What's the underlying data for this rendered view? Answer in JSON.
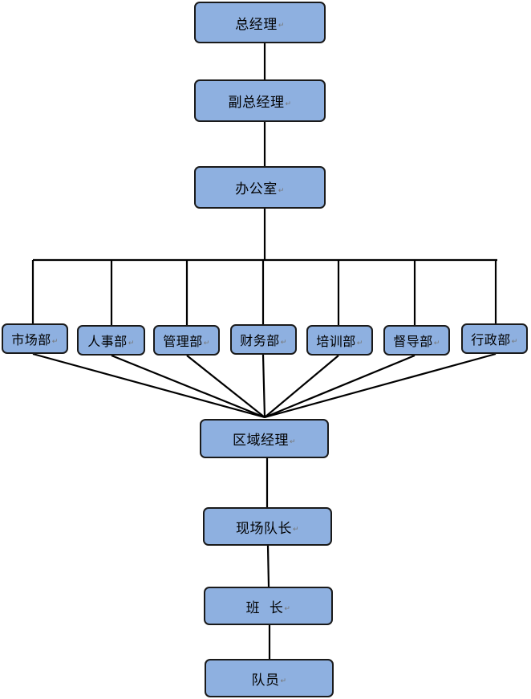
{
  "return_mark": "↵",
  "colors": {
    "box_fill": "#8eb0e0",
    "box_border": "#1a1a1a",
    "line": "#000000"
  },
  "nodes": {
    "general_manager": "总经理",
    "deputy_general_manager": "副总经理",
    "office": "办公室",
    "departments": [
      "市场部",
      "人事部",
      "管理部",
      "财务部",
      "培训部",
      "督导部",
      "行政部"
    ],
    "regional_manager": "区域经理",
    "site_captain": "现场队长",
    "squad_leader": "班  长",
    "member": "队员"
  }
}
